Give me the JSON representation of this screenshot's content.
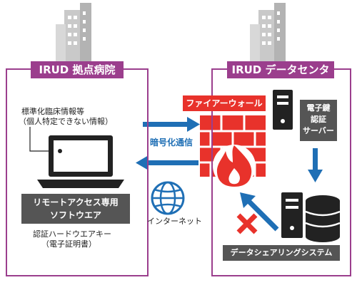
{
  "left_panel": {
    "title": "IRUD 拠点病院",
    "info_line1": "標準化臨床情報等",
    "info_line2": "（個人特定できない情報）",
    "software_line1": "リモートアクセス専用",
    "software_line2": "ソフトウエア",
    "key_line1": "認証ハードウエアキー",
    "key_line2": "（電子証明書）"
  },
  "right_panel": {
    "title": "IRUD データセンター",
    "auth_server_line1": "電子鍵",
    "auth_server_line2": "認証",
    "auth_server_line3": "サーバー",
    "sharing_system": "データシェアリングシステム"
  },
  "firewall_label": "ファイアーウォール",
  "encrypted_label": "暗号化通信",
  "internet_label": "インターネット",
  "colors": {
    "panel_border": "#9b3e8d",
    "firewall_red": "#e8322b",
    "arrow_blue": "#1f6fb5",
    "dark": "#555555"
  },
  "icons": [
    "building-icon",
    "laptop-icon",
    "firewall-icon",
    "flame-icon",
    "globe-icon",
    "server-icon",
    "database-icon",
    "block-x-icon"
  ]
}
